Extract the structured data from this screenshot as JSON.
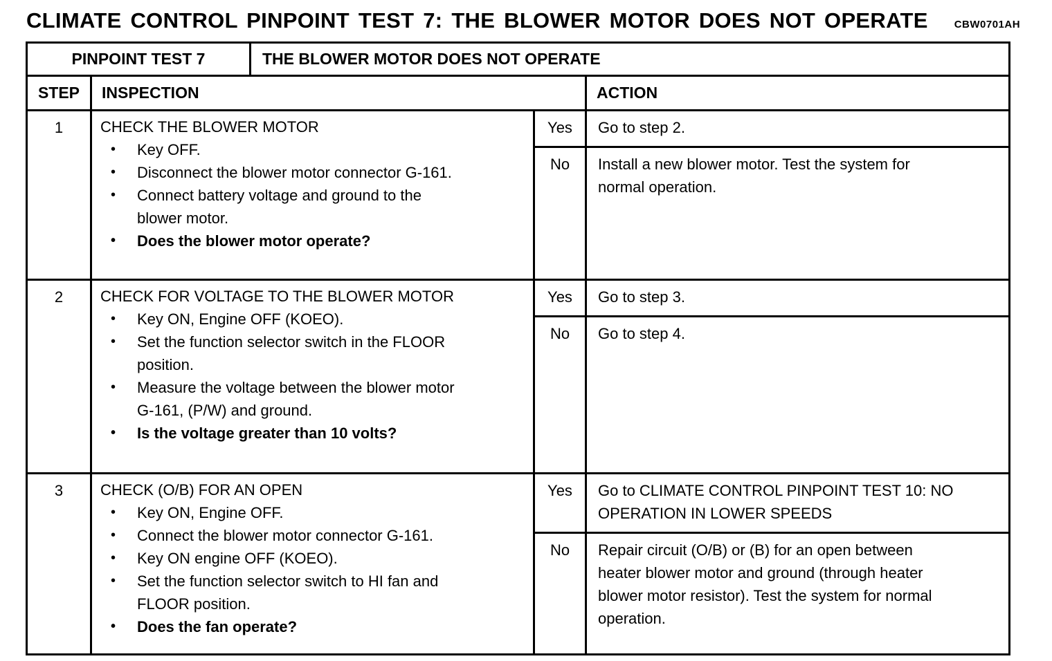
{
  "page": {
    "title": "CLIMATE CONTROL PINPOINT TEST 7: THE BLOWER MOTOR DOES NOT OPERATE",
    "doc_code": "CBW0701AH"
  },
  "icons": {
    "bullet": "•"
  },
  "colors": {
    "ink": "#000000",
    "paper": "#ffffff"
  },
  "table": {
    "pinpoint_label": "PINPOINT TEST 7",
    "pinpoint_title": "THE BLOWER MOTOR DOES NOT OPERATE",
    "columns": {
      "step": "STEP",
      "inspection": "INSPECTION",
      "action": "ACTION"
    },
    "steps": [
      {
        "number": "1",
        "heading": "CHECK THE BLOWER MOTOR",
        "bullets": [
          {
            "text": "Key OFF.",
            "bold": false
          },
          {
            "text": "Disconnect the blower motor connector G-161.",
            "bold": false
          },
          {
            "text": "Connect battery voltage and ground to the blower motor.",
            "bold": false
          },
          {
            "text": "Does the blower motor operate?",
            "bold": true
          }
        ],
        "results": [
          {
            "answer": "Yes",
            "action": "Go to step 2."
          },
          {
            "answer": "No",
            "action": "Install a new blower motor. Test the system for normal operation."
          }
        ]
      },
      {
        "number": "2",
        "heading": "CHECK FOR VOLTAGE TO THE BLOWER MOTOR",
        "bullets": [
          {
            "text": "Key ON, Engine OFF (KOEO).",
            "bold": false
          },
          {
            "text": "Set the function selector switch in the FLOOR position.",
            "bold": false
          },
          {
            "text": "Measure the voltage between the blower motor G-161, (P/W) and ground.",
            "bold": false
          },
          {
            "text": "Is the voltage greater than 10 volts?",
            "bold": true
          }
        ],
        "results": [
          {
            "answer": "Yes",
            "action": "Go to step 3."
          },
          {
            "answer": "No",
            "action": "Go to step 4."
          }
        ]
      },
      {
        "number": "3",
        "heading": "CHECK (O/B) FOR AN OPEN",
        "bullets": [
          {
            "text": "Key ON, Engine OFF.",
            "bold": false
          },
          {
            "text": "Connect the blower motor connector G-161.",
            "bold": false
          },
          {
            "text": "Key ON engine OFF (KOEO).",
            "bold": false
          },
          {
            "text": "Set the function selector switch to HI fan and FLOOR position.",
            "bold": false
          },
          {
            "text": "Does the fan operate?",
            "bold": true
          }
        ],
        "results": [
          {
            "answer": "Yes",
            "action": "Go to CLIMATE CONTROL PINPOINT TEST 10:  NO OPERATION IN LOWER SPEEDS"
          },
          {
            "answer": "No",
            "action": "Repair circuit (O/B) or (B) for an open between heater blower motor and ground (through heater blower motor resistor). Test the system for normal operation."
          }
        ]
      }
    ]
  }
}
